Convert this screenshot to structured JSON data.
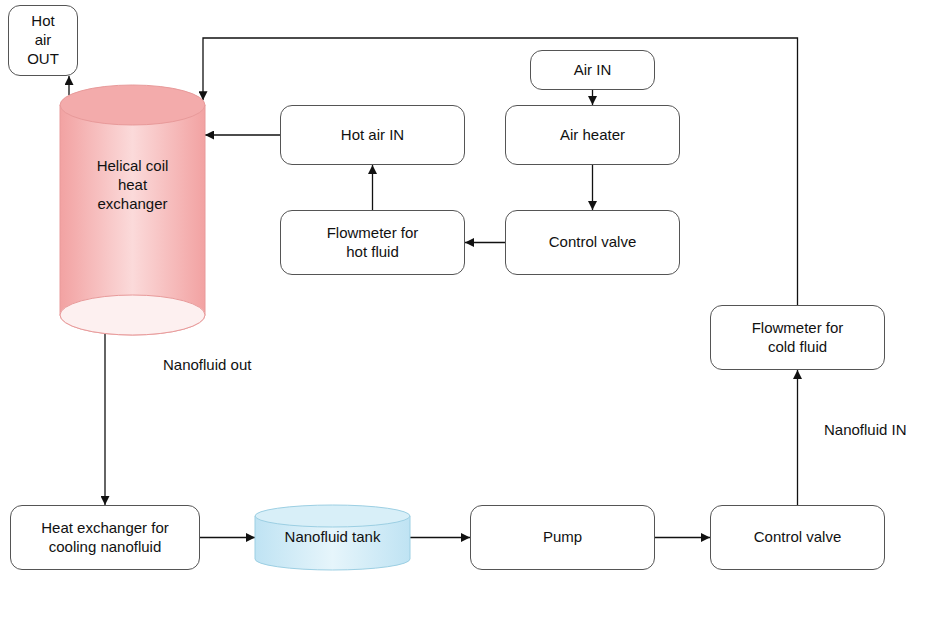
{
  "diagram": {
    "nodes": [
      {
        "text": [
          "Hot air OUT"
        ]
      },
      {
        "text": [
          "Air IN"
        ]
      },
      {
        "text": [
          "Hot air IN"
        ]
      },
      {
        "text": [
          "Helical coil heat exchanger"
        ]
      },
      {
        "text": [
          "Air heater"
        ]
      },
      {
        "text": [
          "Flowmeter for hot fluid"
        ]
      },
      {
        "text": [
          "Control valve"
        ]
      },
      {
        "text": [
          "Flowmeter for cold fluid"
        ]
      },
      {
        "text": [
          "Heat exchanger for cooling nanofluid"
        ]
      },
      {
        "text": [
          "Nanofluid tank"
        ]
      },
      {
        "text": [
          "Pump"
        ]
      },
      {
        "text": [
          "Control valve"
        ]
      }
    ],
    "edges": [
      {
        "from": 3,
        "to": 0,
        "arrow": "to"
      },
      {
        "from": 1,
        "to": 4,
        "arrow": "to"
      },
      {
        "from": 4,
        "to": 6,
        "arrow": "to"
      },
      {
        "from": 6,
        "to": 5,
        "arrow": "to"
      },
      {
        "from": 5,
        "to": 2,
        "arrow": "to"
      },
      {
        "from": 2,
        "to": 3,
        "arrow": "to"
      },
      {
        "from": 3,
        "to": 8,
        "label": "Nanofluid out",
        "arrow": "to"
      },
      {
        "from": 8,
        "to": 9,
        "arrow": "to"
      },
      {
        "from": 9,
        "to": 10,
        "arrow": "to"
      },
      {
        "from": 10,
        "to": 11,
        "arrow": "to"
      },
      {
        "from": 11,
        "to": 7,
        "label": "Nanofluid IN",
        "arrow": "to"
      },
      {
        "from": 7,
        "to": 3,
        "arrow": "to"
      }
    ]
  }
}
